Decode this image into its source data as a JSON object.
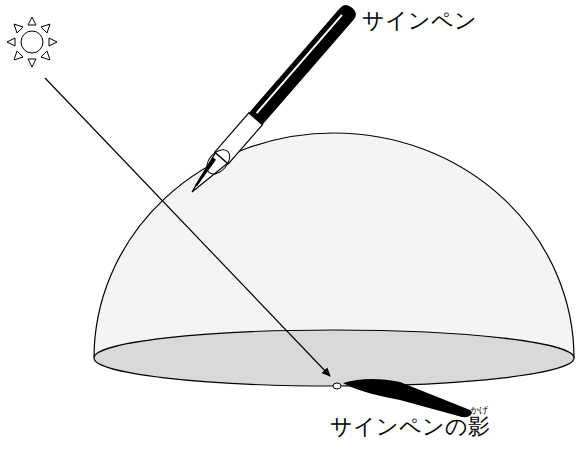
{
  "diagram": {
    "labels": [
      "サインペン",
      "サインペンの影",
      "かげ"
    ]
  }
}
